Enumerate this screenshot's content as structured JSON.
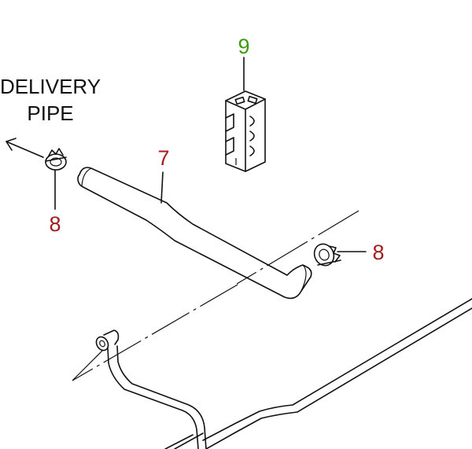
{
  "label": {
    "line1": "DELIVERY",
    "line2": "PIPE"
  },
  "callouts": {
    "hose": "7",
    "clamp_left": "8",
    "clamp_right": "8",
    "bracket": "9"
  },
  "colors": {
    "red_callout": "#a51d1d",
    "green_callout": "#3d9a10",
    "line": "#111111"
  },
  "icons": {
    "arrow": "arrow-left-icon",
    "clamp": "hose-clamp-icon",
    "bracket": "pipe-clamp-bracket-icon"
  }
}
